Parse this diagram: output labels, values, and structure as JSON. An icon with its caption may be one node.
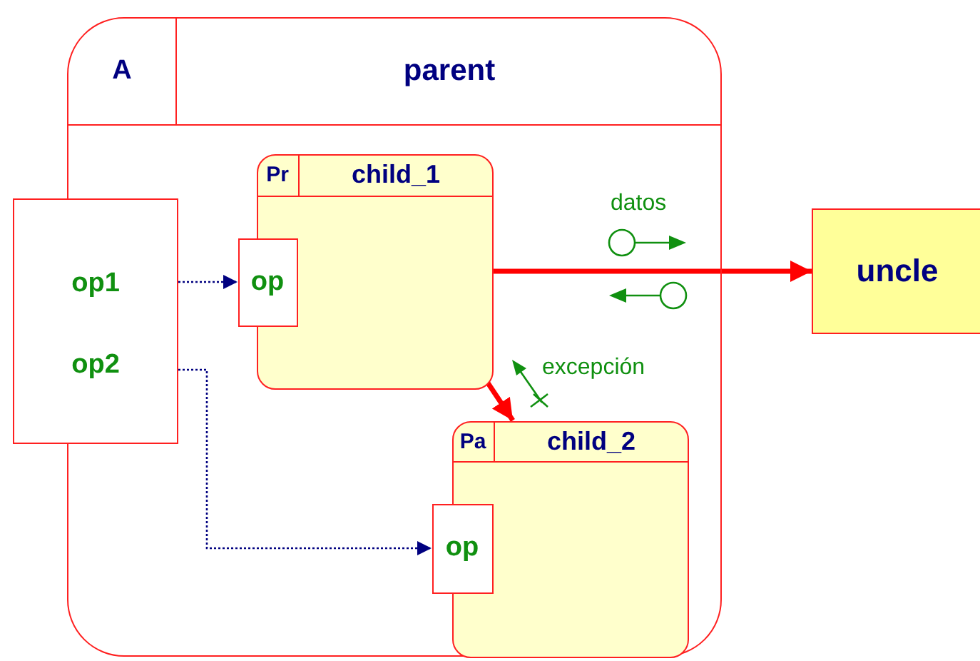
{
  "diagram": {
    "nodes": [
      {
        "text": [
          "A",
          "parent"
        ]
      },
      {
        "text": [
          "op1",
          "op2"
        ]
      },
      {
        "text": [
          "Pr",
          "child_1"
        ],
        "in": 0
      },
      {
        "text": [
          "op"
        ],
        "in": 0
      },
      {
        "text": [
          "Pa",
          "child_2"
        ],
        "in": 0
      },
      {
        "text": [
          "op"
        ],
        "in": 0
      },
      {
        "text": [
          "uncle"
        ]
      }
    ],
    "edges": [
      {
        "from": 1,
        "to": 3,
        "arrow": "to",
        "style": "dashed",
        "color": "#000080"
      },
      {
        "from": 1,
        "to": 5,
        "arrow": "to",
        "style": "dashed",
        "color": "#000080"
      },
      {
        "from": 2,
        "to": 6,
        "arrow": "to",
        "style": "thick",
        "color": "#ff0000"
      },
      {
        "from": 2,
        "to": 4,
        "arrow": "to",
        "style": "thick",
        "color": "#ff0000"
      }
    ],
    "labels": [
      "datos",
      "excepción"
    ]
  }
}
